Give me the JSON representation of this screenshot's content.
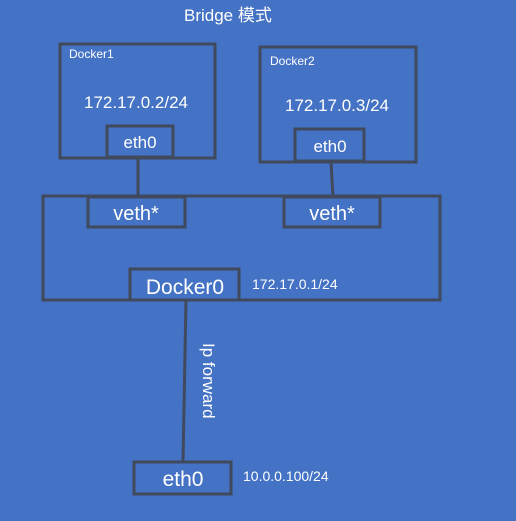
{
  "title": "Bridge 模式",
  "docker1": {
    "name": "Docker1",
    "ip": "172.17.0.2/24",
    "iface": "eth0"
  },
  "docker2": {
    "name": "Docker2",
    "ip": "172.17.0.3/24",
    "iface": "eth0"
  },
  "bridge": {
    "veth_left": "veth*",
    "veth_right": "veth*",
    "name": "Docker0",
    "ip": "172.17.0.1/24"
  },
  "forward_label": "Ip forward",
  "host": {
    "iface": "eth0",
    "ip": "10.0.0.100/24"
  },
  "colors": {
    "background": "#4472C4",
    "stroke": "#404A5C",
    "text": "#FFFFFF"
  }
}
